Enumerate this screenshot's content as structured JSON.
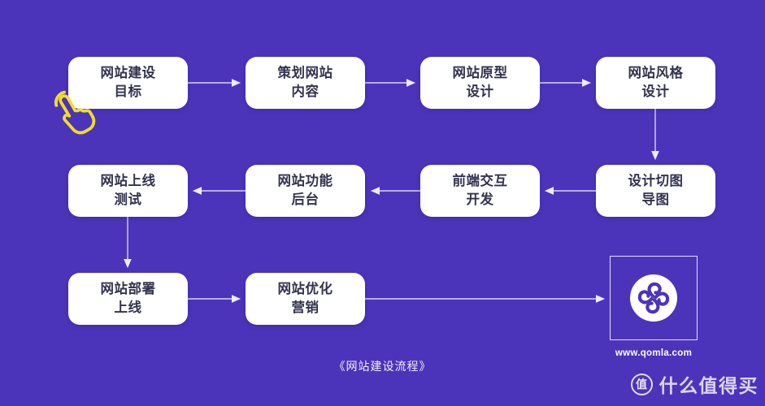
{
  "flow_nodes": [
    {
      "line1": "网站建设",
      "line2": "目标"
    },
    {
      "line1": "策划网站",
      "line2": "内容"
    },
    {
      "line1": "网站原型",
      "line2": "设计"
    },
    {
      "line1": "网站风格",
      "line2": "设计"
    },
    {
      "line1": "设计切图",
      "line2": "导图"
    },
    {
      "line1": "前端交互",
      "line2": "开发"
    },
    {
      "line1": "网站功能",
      "line2": "后台"
    },
    {
      "line1": "网站上线",
      "line2": "测试"
    },
    {
      "line1": "网站部署",
      "line2": "上线"
    },
    {
      "line1": "网站优化",
      "line2": "营销"
    }
  ],
  "caption": "《网站建设流程》",
  "logo_card": {
    "website_url": "www.qomla.com"
  },
  "watermark": {
    "badge_text": "值",
    "brand_text": "什么值得买"
  },
  "colors": {
    "background": "#4B34BA",
    "node_background": "#FFFFFF",
    "node_text": "#32324E",
    "connector": "#E3DDFA",
    "cursor_yellow": "#F2DB2C"
  }
}
